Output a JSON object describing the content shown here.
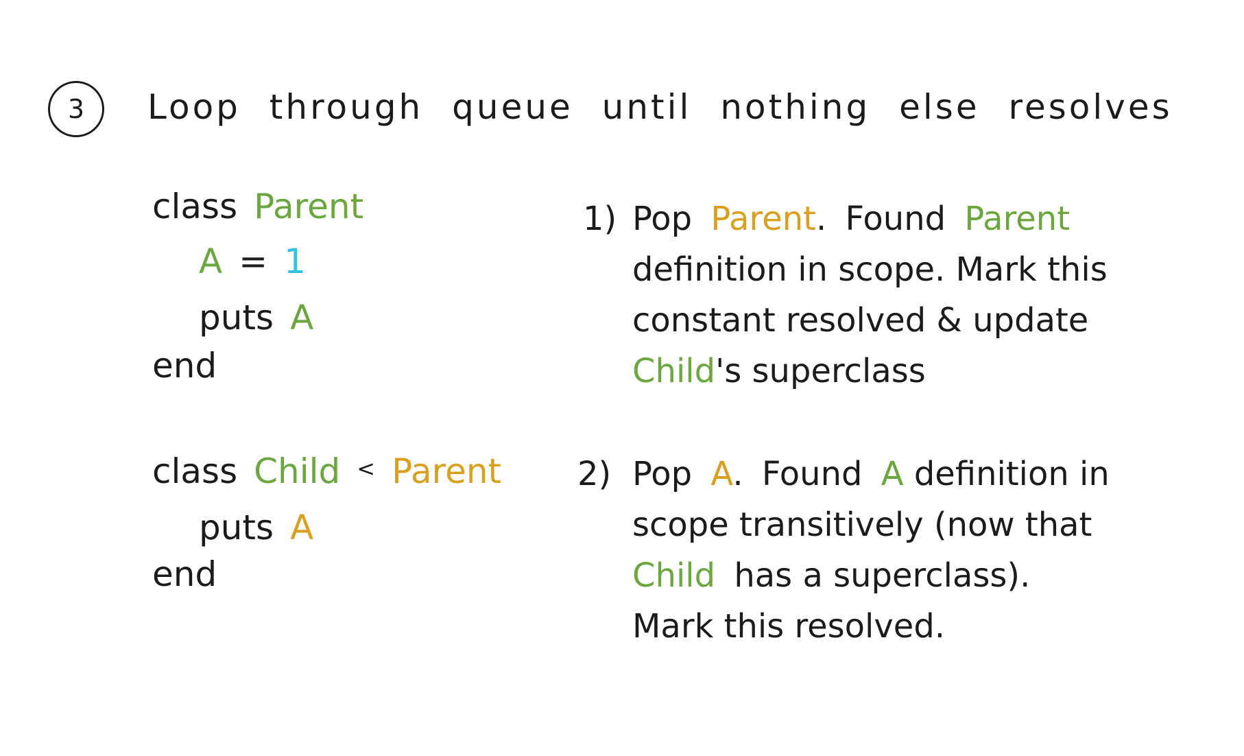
{
  "header": {
    "step_number": "3",
    "title": "Loop through queue until nothing else resolves"
  },
  "code": {
    "block1": {
      "line1": {
        "keyword": "class",
        "name": "Parent"
      },
      "line2": {
        "name": "A",
        "op": "=",
        "value": "1"
      },
      "line3": {
        "keyword": "puts",
        "name": "A"
      },
      "line4": {
        "keyword": "end"
      }
    },
    "block2": {
      "line1": {
        "keyword": "class",
        "name": "Child",
        "op": "<",
        "parent": "Parent"
      },
      "line2": {
        "keyword": "puts",
        "name": "A"
      },
      "line3": {
        "keyword": "end"
      }
    }
  },
  "steps": [
    {
      "number": "1)",
      "pop": "Pop",
      "popped": "Parent",
      "period": ".",
      "found": "Found",
      "found_name": "Parent",
      "rest1": "definition in scope. Mark this constant resolved &",
      "rest2": "update",
      "child": "Child",
      "rest3": "'s superclass"
    },
    {
      "number": "2)",
      "pop": "Pop",
      "popped": "A",
      "period": ".",
      "found": "Found",
      "found_name": "A",
      "rest1": "definition in scope transitively (now that",
      "child": "Child",
      "rest2": "has a superclass).",
      "rest3": "Mark this resolved."
    }
  ],
  "colors": {
    "ink": "#1b1b1b",
    "defined_green": "#6ba63e",
    "unresolved_gold": "#d9a020",
    "value_cyan": "#31c3e0"
  }
}
